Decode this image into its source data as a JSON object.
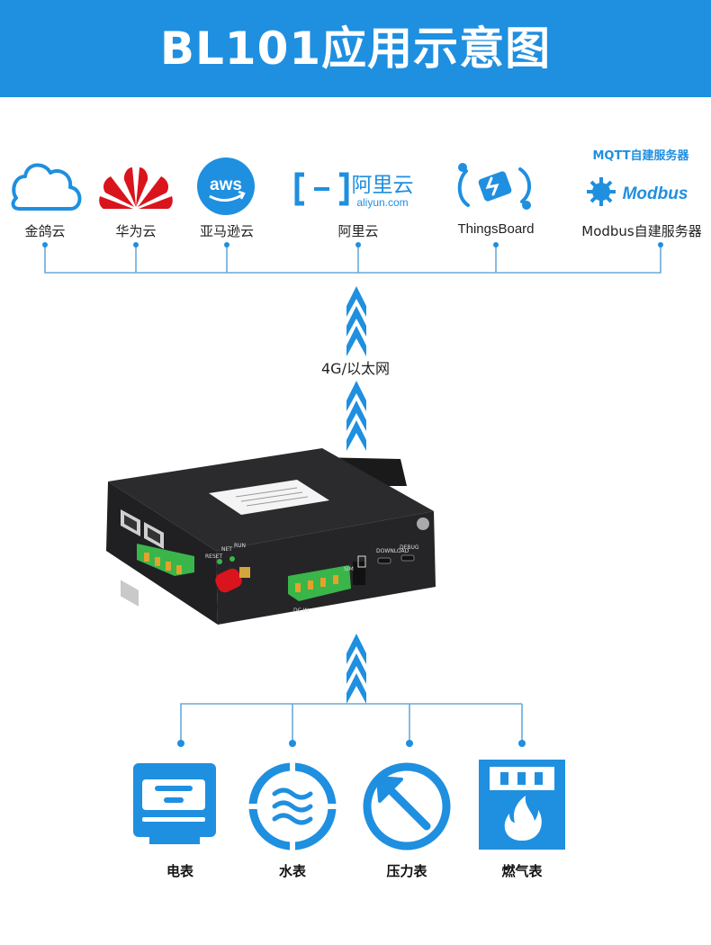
{
  "header": {
    "title": "BL101应用示意图"
  },
  "clouds": [
    {
      "label": "金鸽云",
      "icon": "cloud-outline-icon"
    },
    {
      "label": "华为云",
      "icon": "huawei-logo-icon"
    },
    {
      "label": "亚马逊云",
      "icon": "aws-logo-icon",
      "logo_text": "aws"
    },
    {
      "label": "阿里云",
      "icon": "aliyun-logo-icon",
      "logo_text": "阿里云",
      "logo_subtext": "aliyun.com"
    },
    {
      "label": "ThingsBoard",
      "icon": "thingsboard-logo-icon"
    },
    {
      "label": "Modbus自建服务器",
      "icon": "modbus-logo-icon",
      "logo_text": "Modbus",
      "top_note": "MQTT自建服务器"
    }
  ],
  "network_label": "4G/以太网",
  "device": {
    "icon": "router-device-icon",
    "ports": [
      "RESET",
      "NET",
      "RUN",
      "SIM",
      "DOWNLOAD",
      "DEBUG",
      "DC IN"
    ]
  },
  "meters": [
    {
      "label": "电表",
      "icon": "electric-meter-icon"
    },
    {
      "label": "水表",
      "icon": "water-meter-icon"
    },
    {
      "label": "压力表",
      "icon": "pressure-gauge-icon"
    },
    {
      "label": "燃气表",
      "icon": "gas-meter-icon"
    }
  ],
  "colors": {
    "brand_blue": "#1f8fe0",
    "line": "#6aa8d8",
    "huawei_red": "#d9141c"
  }
}
